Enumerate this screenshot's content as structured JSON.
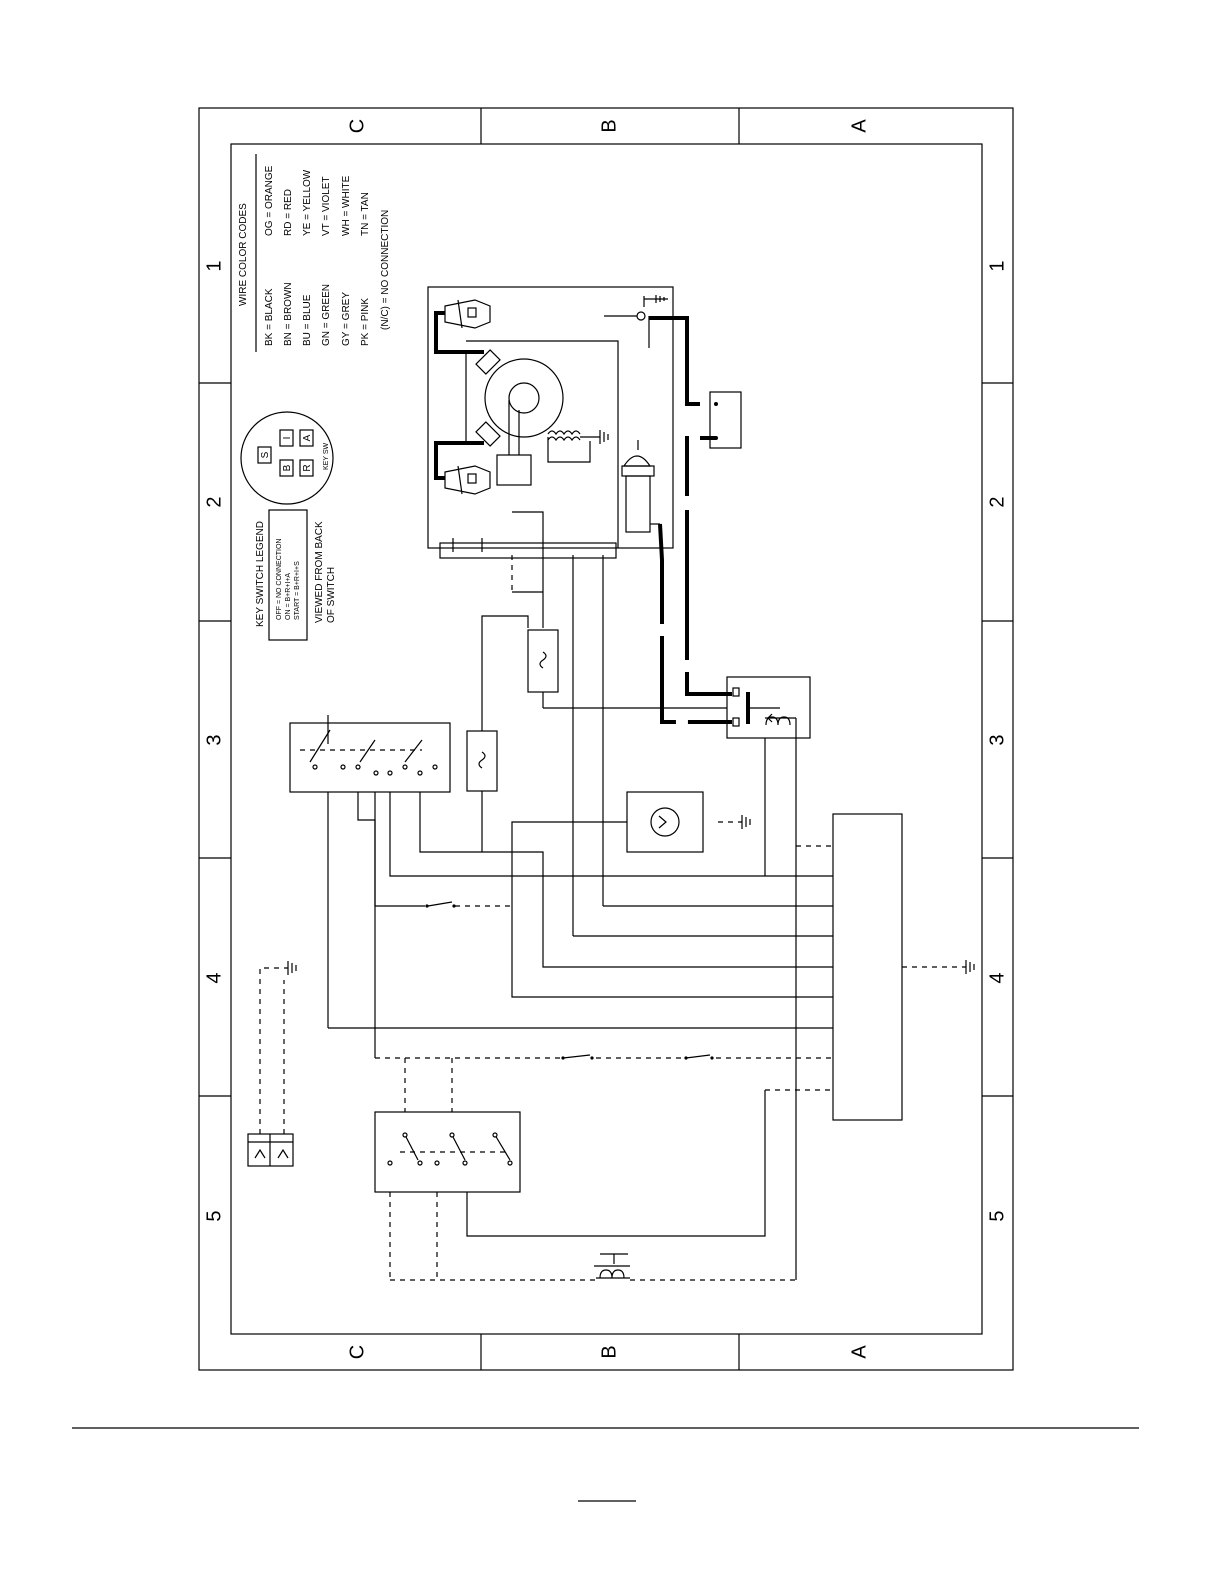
{
  "frame": {
    "column_labels": [
      "C",
      "B",
      "A"
    ],
    "row_labels": [
      "1",
      "2",
      "3",
      "4",
      "5"
    ]
  },
  "wire_color_codes": {
    "title": "WIRE COLOR CODES",
    "left": [
      "BK  =  BLACK",
      "BN  =  BROWN",
      "BU  =  BLUE",
      "GN  =  GREEN",
      "GY  =  GREY",
      "PK  =  PINK"
    ],
    "right": [
      "OG  =  ORANGE",
      "RD  =  RED",
      "YE  =  YELLOW",
      "VT  =  VIOLET",
      "WH  =  WHITE",
      "TN  =  TAN"
    ],
    "note": "(N/C) = NO CONNECTION"
  },
  "key_switch": {
    "terminals": [
      "S",
      "I",
      "B",
      "A",
      "R"
    ],
    "caption": "KEY SW"
  },
  "key_switch_legend": {
    "title": "KEY SWITCH LEGEND",
    "off": "OFF    = NO CONNECTION",
    "on": "ON     = B+R+I+A",
    "start": "START = B+R+I+S",
    "viewed_1": "VIEWED FROM BACK",
    "viewed_2": "OF SWITCH"
  }
}
